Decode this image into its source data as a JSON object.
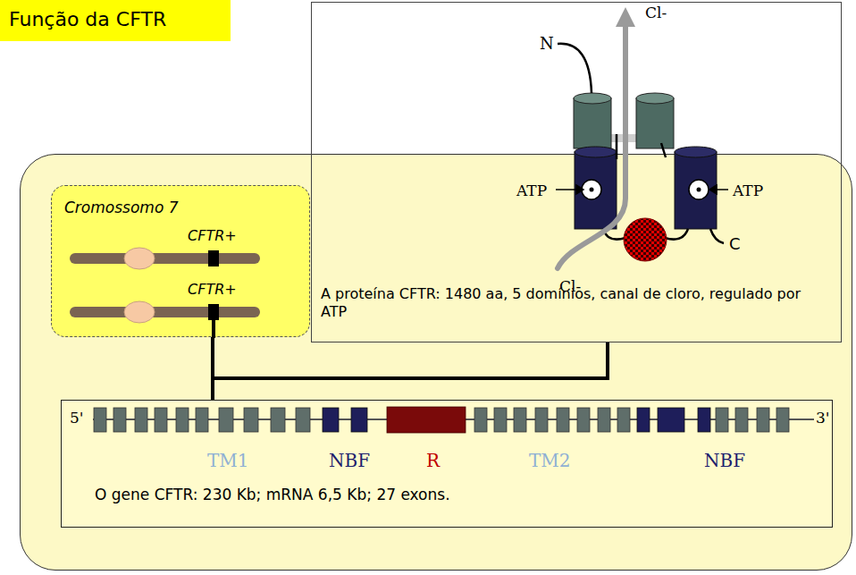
{
  "diagram": {
    "title": "Função da CFTR",
    "nodes": [
      {
        "text": [
          "Função da CFTR"
        ]
      },
      {
        "text": [
          "A proteína CFTR: 1480 aa, 5 domínios, canal de cloro, regulado por ATP"
        ]
      },
      {
        "text": [
          "Cromossomo 7",
          "CFTR+",
          "CFTR+"
        ]
      },
      {
        "text": [
          "O gene CFTR: 230 Kb; mRNA 6,5 Kb; 27 exons."
        ]
      }
    ],
    "edges": [
      {
        "from": 2,
        "to": 3,
        "arrow": "none"
      },
      {
        "from": 2,
        "to": 1,
        "arrow": "none"
      }
    ],
    "labels": [
      "N",
      "Cl-",
      "ATP",
      "ATP",
      "C",
      "Cl-",
      "5'",
      "3'",
      "TM1",
      "NBF",
      "R",
      "TM2",
      "NBF"
    ]
  }
}
